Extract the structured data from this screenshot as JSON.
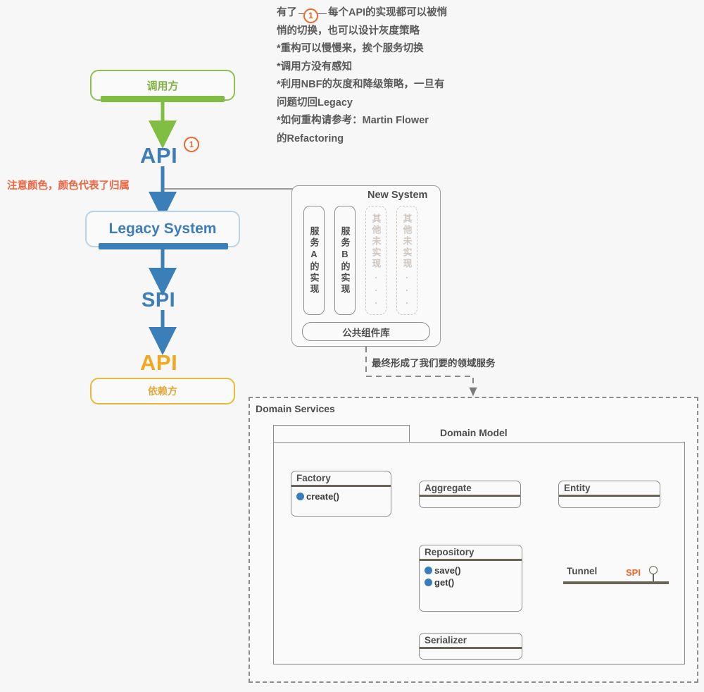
{
  "colors": {
    "green": "#7fbe42",
    "blue": "#3b7fb8",
    "yellow": "#e8b93c",
    "orange": "#f4652a",
    "red_note": "#ef6542",
    "gray_line": "#8c8c8c",
    "dark_sep": "#6b6459",
    "uml_dot_blue": "#3a7dbb"
  },
  "left_flow": {
    "caller_box": "调用方",
    "api_top": "API",
    "badge_one": "1",
    "red_note": "注意颜色，颜色代表了归属",
    "legacy_box": "Legacy System",
    "spi_label": "SPI",
    "api_bottom": "API",
    "dependent_box": "依赖方"
  },
  "note": {
    "badge": "1",
    "lines": [
      "有了 ____ 每个API的实现都可以被悄",
      "悄的切换，也可以设计灰度策略",
      "*重构可以慢慢来，挨个服务切换",
      "*调用方没有感知",
      "*利用NBF的灰度和降级策略，一旦有",
      "问题切回Legacy",
      "*如何重构请参考：Martin Flower",
      "的Refactoring"
    ],
    "line1_prefix": "有了",
    "line1_suffix": "每个API的实现都可以被悄",
    "line2": "悄的切换，也可以设计灰度策略",
    "line3": "*重构可以慢慢来，挨个服务切换",
    "line4": "*调用方没有感知",
    "line5": "*利用NBF的灰度和降级策略，一旦有",
    "line6": "问题切回Legacy",
    "line7": "*如何重构请参考：Martin Flower",
    "line8": "的Refactoring"
  },
  "new_system": {
    "title": "New System",
    "services": [
      {
        "label": "服务A的实现",
        "implemented": true
      },
      {
        "label": "服务B的实现",
        "implemented": true
      },
      {
        "label": "其他未实现...",
        "implemented": false
      },
      {
        "label": "其他未实现...",
        "implemented": false
      }
    ],
    "common_lib": "公共组件库",
    "outflow_note": "最终形成了我们要的领域服务"
  },
  "domain_services": {
    "title": "Domain Services",
    "package_title": "Domain Model",
    "classes": [
      {
        "name": "Factory",
        "operations": [
          "create()"
        ]
      },
      {
        "name": "Aggregate",
        "operations": []
      },
      {
        "name": "Entity",
        "operations": []
      },
      {
        "name": "Repository",
        "operations": [
          "save()",
          "get()"
        ]
      },
      {
        "name": "Serializer",
        "operations": []
      }
    ],
    "factory": {
      "name": "Factory",
      "op1": "create()"
    },
    "aggregate": {
      "name": "Aggregate"
    },
    "entity": {
      "name": "Entity"
    },
    "repository": {
      "name": "Repository",
      "op1": "save()",
      "op2": "get()"
    },
    "serializer": {
      "name": "Serializer"
    },
    "tunnel": {
      "label": "Tunnel",
      "spi": "SPI"
    }
  }
}
